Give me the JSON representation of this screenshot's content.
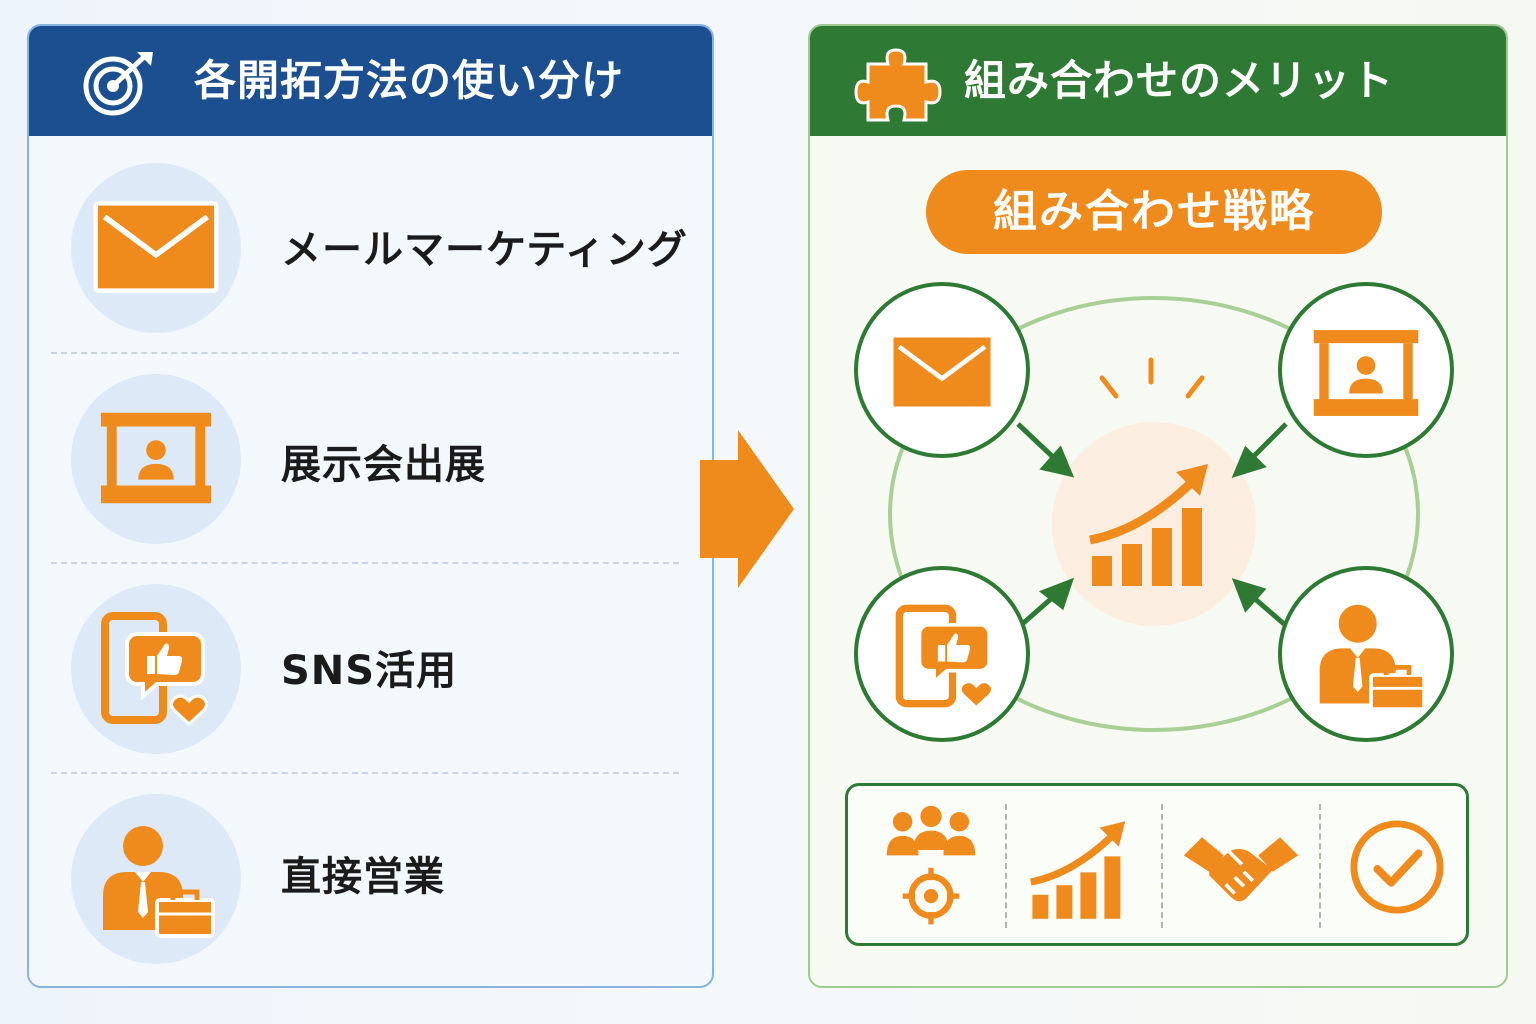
{
  "left_panel": {
    "title": "各開拓方法の使い分け",
    "header_icon": "target-icon",
    "header_color": "#1c4f8f",
    "methods": [
      {
        "label": "メールマーケティング",
        "icon": "envelope-icon"
      },
      {
        "label": "展示会出展",
        "icon": "exhibition-booth-icon"
      },
      {
        "label": "SNS活用",
        "icon": "smartphone-like-icon"
      },
      {
        "label": "直接営業",
        "icon": "salesperson-briefcase-icon"
      }
    ]
  },
  "right_panel": {
    "title": "組み合わせのメリット",
    "header_icon": "puzzle-piece-icon",
    "header_color": "#2e7a34",
    "strategy_label": "組み合わせ戦略",
    "center_icon": "growth-chart-icon",
    "nodes": [
      "envelope-icon",
      "exhibition-booth-icon",
      "smartphone-like-icon",
      "salesperson-briefcase-icon"
    ],
    "benefits": [
      "team-target-icon",
      "growth-chart-icon",
      "handshake-icon",
      "check-circle-icon"
    ]
  },
  "colors": {
    "accent": "#ef8a1c",
    "left_accent": "#1c4f8f",
    "right_accent": "#2e7a34"
  }
}
